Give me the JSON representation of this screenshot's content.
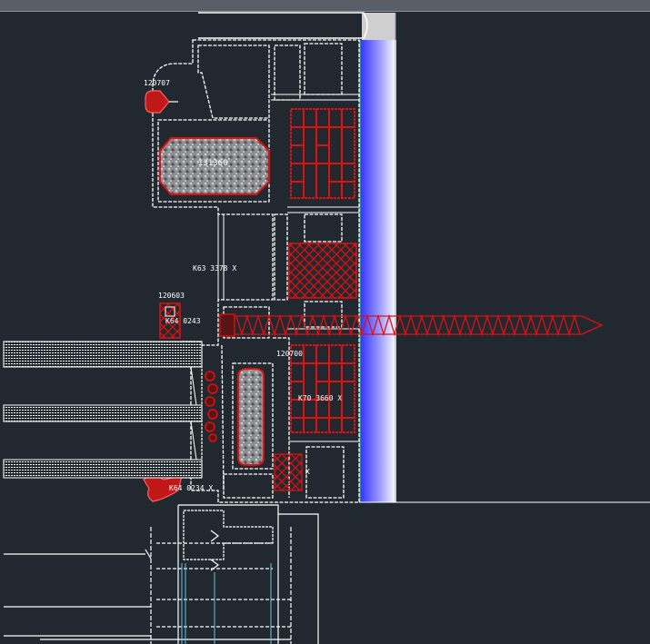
{
  "app": {
    "window": "cad-drawing-viewport"
  },
  "colors": {
    "background": "#212830",
    "outline": "#ffffff",
    "gasket": "#e01010",
    "glass_start": "#3c3cff",
    "glass_end": "#ffffff",
    "grey_band": "#cfcfcf",
    "cyan_line": "#66c4e0"
  },
  "labels": {
    "gasket_top": "120707",
    "insulation_top": "131360",
    "profile_mid": "K63 3378 X",
    "gasket_left": "120603",
    "gasket_left_code": "K64 0243",
    "gasket_right": "120700",
    "profile_right": "K70 3660 X",
    "gasket_bottom_code": "K64 0234 X",
    "small_x": "X"
  }
}
